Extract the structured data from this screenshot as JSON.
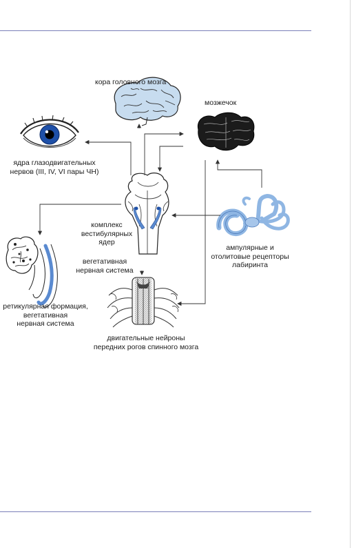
{
  "labels": {
    "cortex": "кора головного мозга",
    "cerebellum": "мозжечок",
    "eye_nuclei_1": "ядра глазодвигательных",
    "eye_nuclei_2": "нервов (III, IV, VI пары ЧН)",
    "vestibular_1": "комплекс",
    "vestibular_2": "вестибулярных",
    "vestibular_3": "ядер",
    "autonomic_1": "вегетативная",
    "autonomic_2": "нервная система",
    "receptors_1": "ампулярные и",
    "receptors_2": "отолитовые рецепторы",
    "receptors_3": "лабиринта",
    "reticular_1": "ретикулярная формация,",
    "reticular_2": "вегетативная",
    "reticular_3": "нервная система",
    "motor_1": "двигательные нейроны",
    "motor_2": "передних рогов спинного мозга"
  },
  "colors": {
    "rule": "#7a7fb8",
    "brain": "#c7dcef",
    "iris": "#1e50a8",
    "labyrinth": "#8fb6e3",
    "lines": "#333333"
  }
}
